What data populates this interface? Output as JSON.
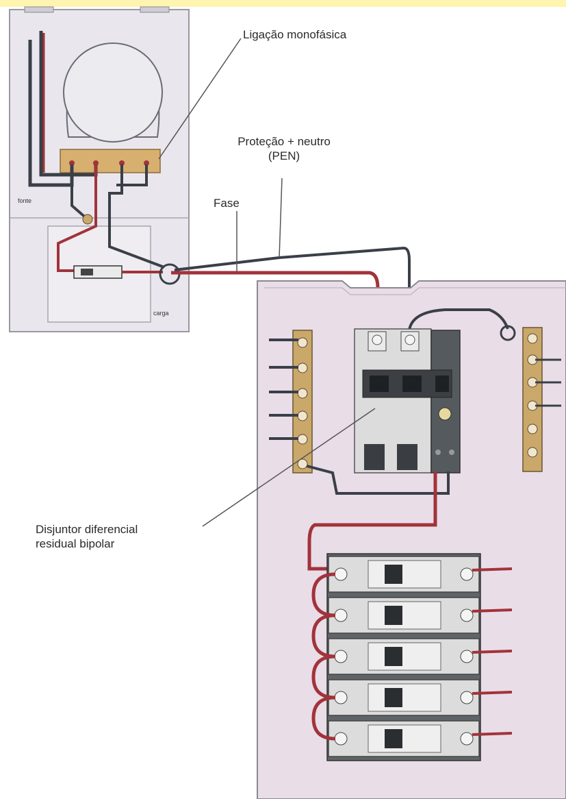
{
  "labels": {
    "ligacao": "Ligação monofásica",
    "protecao_line1": "Proteção + neutro",
    "protecao_line2": "(PEN)",
    "fase": "Fase",
    "disjuntor_line1": "Disjuntor diferencial",
    "disjuntor_line2": "residual bipolar",
    "meter_left": "fonte",
    "meter_right": "carga"
  },
  "colors": {
    "top_strip": "#fff4b0",
    "meter_box": "#e9e7ed",
    "panel": "#e9dde8",
    "wire_phase": "#a2333a",
    "wire_neutral": "#3a3f48",
    "terminal_bar": "#c9a86a",
    "breaker_body": "#dcdcdc"
  },
  "breaker_rows": 5
}
